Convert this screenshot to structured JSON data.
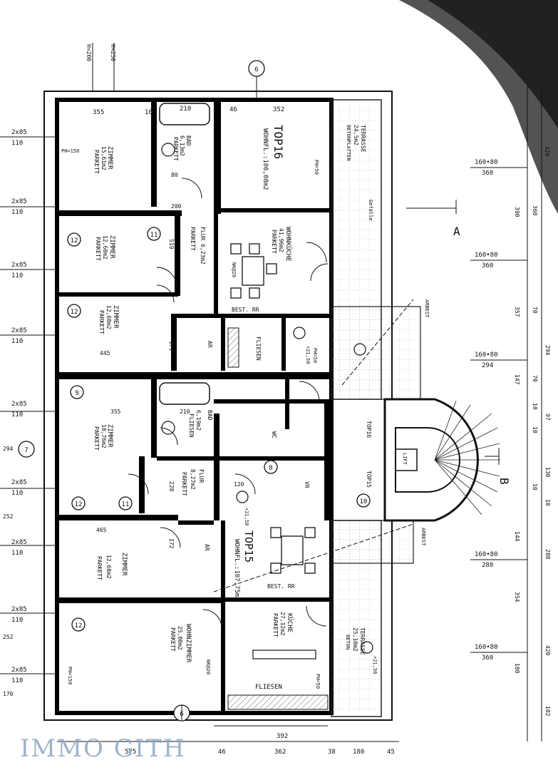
{
  "watermark": "IMMO GITH",
  "apartments": {
    "top16": {
      "label": "TOP16",
      "area": "WOHNFL.:106,08m2"
    },
    "top15": {
      "label": "TOP15",
      "area": "WOHNFL.:107,75m2"
    }
  },
  "rooms": {
    "zimmer1": {
      "name": "ZIMMER",
      "area": "15,61m2",
      "floor": "PARKETT"
    },
    "zimmer2": {
      "name": "ZIMMER",
      "area": "12,68m2",
      "floor": "PARKETT"
    },
    "zimmer3": {
      "name": "ZIMMER",
      "area": "12,68m2",
      "floor": "PARKETT"
    },
    "zimmer4": {
      "name": "ZIMMER",
      "area": "18,76m2",
      "floor": "PARKETT"
    },
    "zimmer5": {
      "name": "ZIMMER",
      "area": "12,68m2",
      "floor": "PARKETT"
    },
    "wohnkueche": {
      "name": "WOHNKÜCHE",
      "area": "41,96m2",
      "floor": "PARKETT"
    },
    "flur1": {
      "name": "FLUR 6,23m2",
      "floor": "PARKETT"
    },
    "flur2": {
      "name": "FLUR",
      "area": "8,27m2",
      "floor": "PARKETT"
    },
    "bad1": {
      "name": "BAD",
      "area": "6,13m2",
      "floor": "PARKETT"
    },
    "bad2": {
      "name": "BAD",
      "area": "6,19m2",
      "floor": "FLIESEN"
    },
    "wohnzimmer": {
      "name": "WOHNZIMMER",
      "area": "25,00m2",
      "floor": "PARKETT"
    },
    "kueche": {
      "name": "KÜCHE",
      "area": "27,12m2",
      "floor": "PARKETT"
    },
    "terrasse1": {
      "name": "TERRASSE",
      "area": "24,5m2",
      "floor": "BETONPLATTEN"
    },
    "terrasse2": {
      "name": "TERRASSE",
      "area": "25,10m2",
      "floor": "BETON"
    },
    "fliesen1": "FLIESEN",
    "fliesen2": "FLIESEN",
    "ar1": "AR",
    "ar2": "AR",
    "vr": "VR",
    "wc": "WC"
  },
  "annotations": {
    "bestrr1": "BEST. RR",
    "bestrr2": "BEST. RR",
    "ph50a": "PH=50",
    "ph50b": "PH=50",
    "ph50c": "PH=50",
    "ph150a": "PH=150",
    "ph150b": "PH=150",
    "nk1": "NK@20",
    "nk2": "NK@20",
    "lvl2150a": "+21,50",
    "lvl2150b": "+21,50",
    "lvl2150c": "+21,50",
    "arbest1": "ARBEST",
    "arbest2": "ARBEST",
    "section_a": "A",
    "section_b": "B",
    "top_corner": "TOP16",
    "top_corner2": "TOP15",
    "gefaelle": "Gefälle",
    "aufzug": "LIFT"
  },
  "dims_top": [
    "355",
    "10",
    "210",
    "46",
    "352"
  ],
  "dims_bottom": [
    "575",
    "46",
    "362",
    "38",
    "180",
    "45",
    "392"
  ],
  "dims_left": [
    "2x85",
    "110",
    "2x85",
    "110",
    "2x85",
    "110",
    "2x85",
    "110",
    "2x85",
    "110",
    "2x85",
    "110",
    "2x85",
    "110",
    "2x85",
    "110",
    "2x85",
    "110"
  ],
  "dims_left_side": [
    "H=200",
    "H=250",
    "294",
    "252",
    "252",
    "170"
  ],
  "dims_right_windows": [
    "160•80",
    "360",
    "160•80",
    "360",
    "160•80",
    "294",
    "160•80",
    "288",
    "160•80",
    "360"
  ],
  "dims_right_chain": [
    "420",
    "360",
    "390",
    "70",
    "357",
    "294",
    "147",
    "70",
    "10",
    "97",
    "10",
    "130",
    "10",
    "10",
    "144",
    "288",
    "354",
    "420",
    "180",
    "102"
  ],
  "dims_inner": [
    "445",
    "465",
    "355",
    "210",
    "80",
    "200",
    "519",
    "175",
    "120",
    "228",
    "172"
  ],
  "axis_markers": [
    "6",
    "6",
    "7",
    "8",
    "9",
    "10",
    "11",
    "11",
    "12",
    "12",
    "12",
    "12"
  ]
}
